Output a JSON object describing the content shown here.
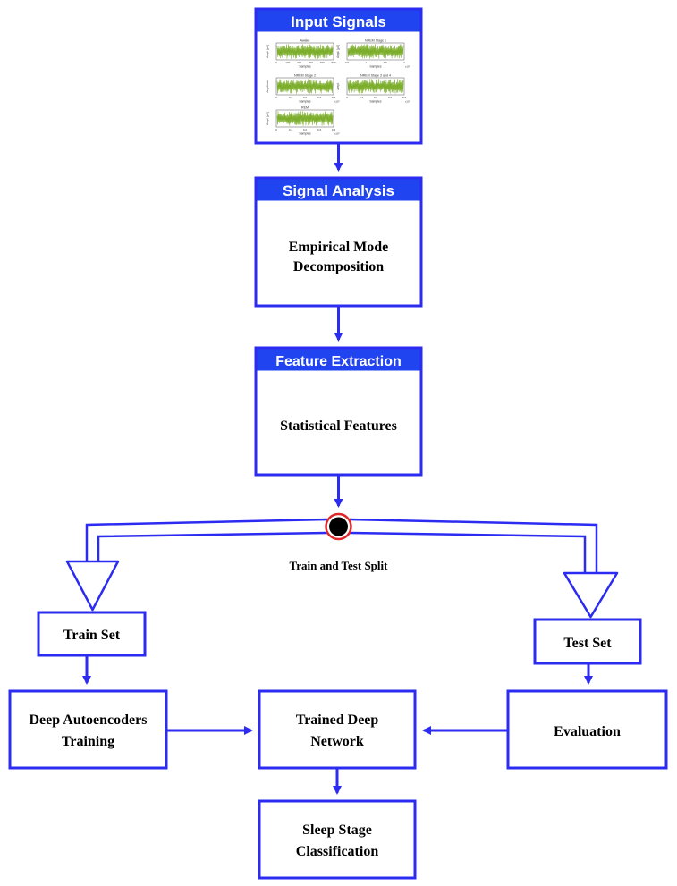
{
  "input_signals": {
    "title": "Input Signals",
    "plots": [
      {
        "title": "Awake",
        "ylabel": "Ampl. [µV]",
        "xlabel": "Samples",
        "xticks": [
          "0",
          "100",
          "200",
          "300",
          "400",
          "500"
        ],
        "scale": ""
      },
      {
        "title": "NREM Stage 1",
        "ylabel": "Ampl. [µV]",
        "xlabel": "Samples",
        "xticks": [
          "0.5",
          "1",
          "1.5",
          "2"
        ],
        "scale": "x10⁴"
      },
      {
        "title": "NREM Stage 2",
        "ylabel": "Amplitude",
        "xlabel": "Samples",
        "xticks": [
          "0",
          "0.1",
          "0.2",
          "0.3",
          "0.4"
        ],
        "scale": "x10⁴"
      },
      {
        "title": "NREM Stage 3 and 4",
        "ylabel": "Ampl.",
        "xlabel": "Samples",
        "xticks": [
          "0",
          "0.1",
          "0.2",
          "0.3",
          "0.4"
        ],
        "scale": "x10⁴"
      },
      {
        "title": "REM",
        "ylabel": "Ampl. [µV]",
        "xlabel": "Samples",
        "xticks": [
          "0",
          "0.1",
          "0.2",
          "0.3",
          "0.4"
        ],
        "scale": "x10⁴"
      }
    ]
  },
  "signal_analysis": {
    "title": "Signal Analysis",
    "line1": "Empirical Mode",
    "line2": "Decomposition"
  },
  "feature_extraction": {
    "title": "Feature Extraction",
    "line1": "Statistical Features"
  },
  "split": {
    "label": "Train and Test Split"
  },
  "train_set": {
    "label": "Train Set"
  },
  "test_set": {
    "label": "Test Set"
  },
  "training": {
    "line1": "Deep Autoencoders",
    "line2": "Training"
  },
  "trained_network": {
    "line1": "Trained Deep",
    "line2": "Network"
  },
  "evaluation": {
    "label": "Evaluation"
  },
  "classification": {
    "line1": "Sleep Stage",
    "line2": "Classification"
  },
  "colors": {
    "stroke": "#2b2bf2",
    "header": "#1f44f0",
    "signal": "#7cae2c",
    "split_node": "#000000",
    "split_ring": "#e0282a"
  }
}
